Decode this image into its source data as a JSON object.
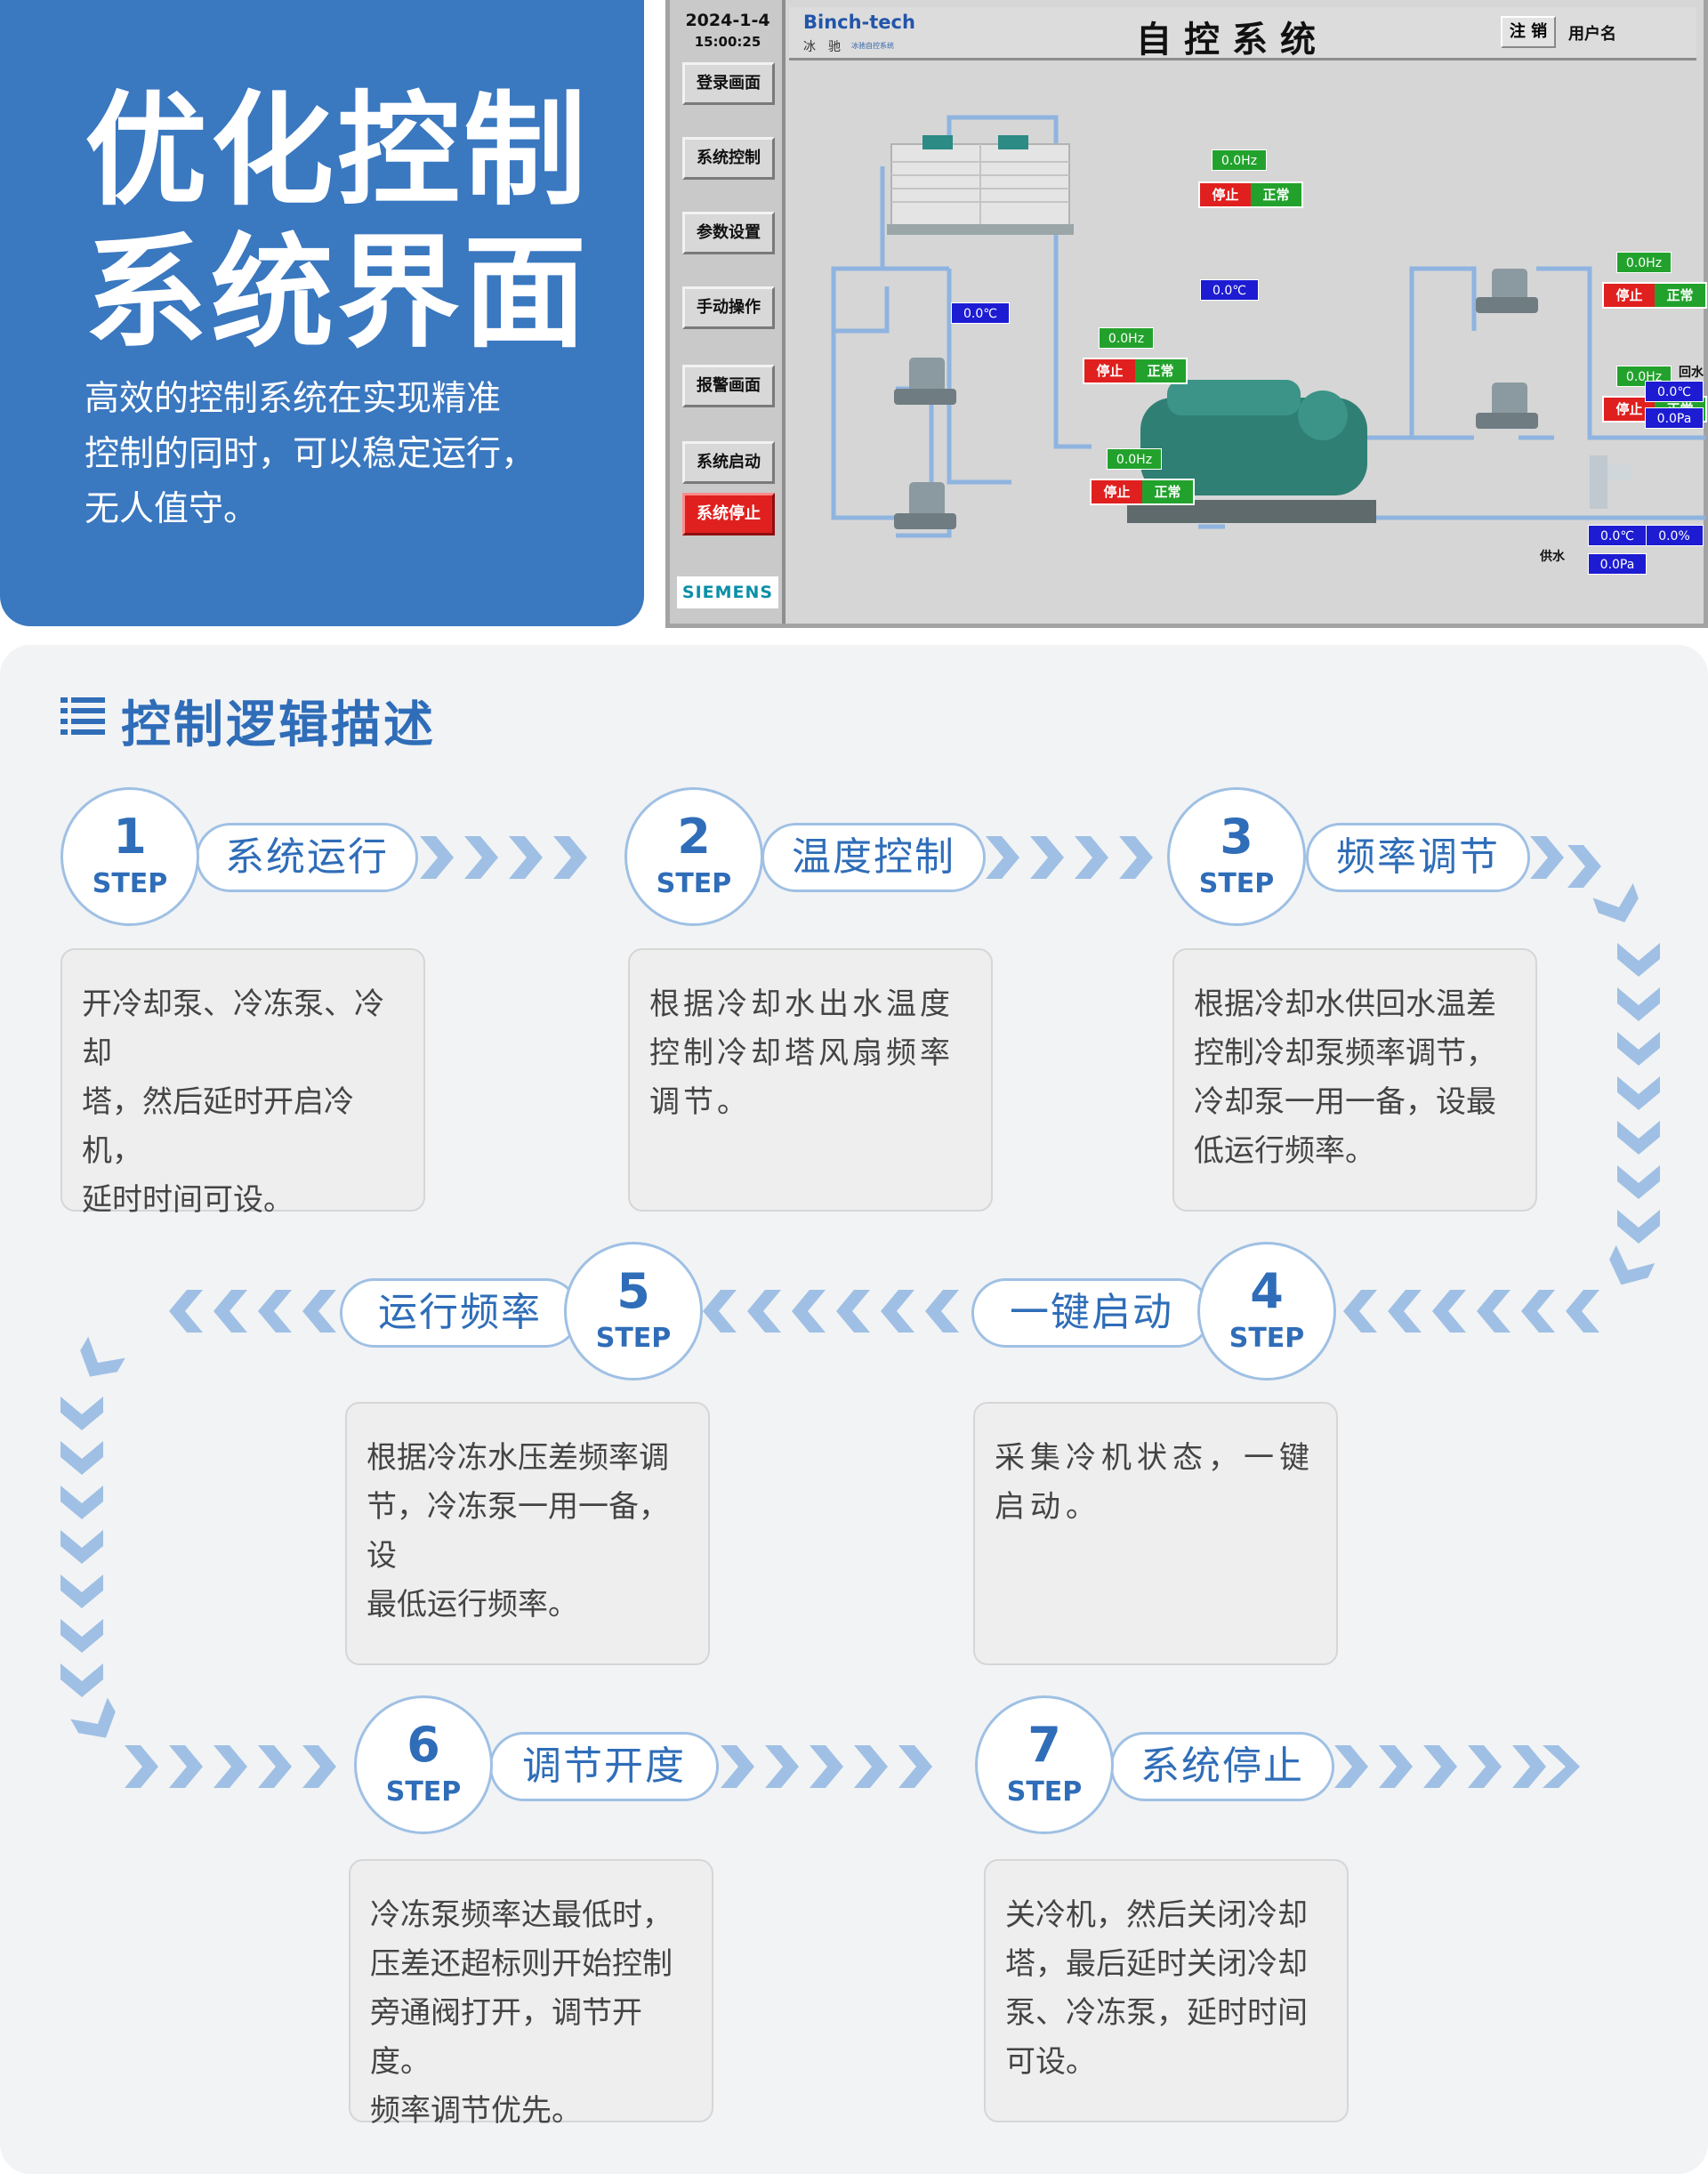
{
  "hero": {
    "title_line1": "优化控制",
    "title_line2": "系统界面",
    "desc_line1": "高效的控制系统在实现精准",
    "desc_line2": "控制的同时，可以稳定运行，",
    "desc_line3": "无人值守。"
  },
  "hmi": {
    "date": "2024-1-4",
    "time": "15:00:25",
    "brand": "Binch-tech",
    "brand_sub": "冰　驰",
    "brand_tiny": "冰驰自控系统",
    "title": "自控系统",
    "logout": "注 销",
    "username": "用户名",
    "siemens": "SIEMENS",
    "side_buttons": [
      "登录画面",
      "系统控制",
      "参数设置",
      "手动操作",
      "报警画面",
      "系统启动",
      "系统停止"
    ],
    "status_stop": "停止",
    "status_normal": "正常",
    "hz_value": "0.0Hz",
    "temp_value": "0.0℃",
    "pressure_value": "0.0Pa",
    "percent_value": "0.0%",
    "return_label": "回水",
    "supply_label": "供水"
  },
  "section": {
    "title": "控制逻辑描述"
  },
  "steps": {
    "step_word": "STEP",
    "s1": {
      "num": "1",
      "label": "系统运行",
      "desc_line1": "开冷却泵、冷冻泵、冷却",
      "desc_line2": "塔，然后延时开启冷机，",
      "desc_line3": "延时时间可设。"
    },
    "s2": {
      "num": "2",
      "label": "温度控制",
      "desc_line1": "根据冷却水出水温度",
      "desc_line2": "控制冷却塔风扇频率",
      "desc_line3": "调节。"
    },
    "s3": {
      "num": "3",
      "label": "频率调节",
      "desc_line1": "根据冷却水供回水温差",
      "desc_line2": "控制冷却泵频率调节，",
      "desc_line3": "冷却泵一用一备，设最",
      "desc_line4": "低运行频率。"
    },
    "s4": {
      "num": "4",
      "label": "一键启动",
      "desc_line1": "采集冷机状态，一键",
      "desc_line2": "启动。"
    },
    "s5": {
      "num": "5",
      "label": "运行频率",
      "desc_line1": "根据冷冻水压差频率调",
      "desc_line2": "节，冷冻泵一用一备，设",
      "desc_line3": "最低运行频率。"
    },
    "s6": {
      "num": "6",
      "label": "调节开度",
      "desc_line1": "冷冻泵频率达最低时，",
      "desc_line2": "压差还超标则开始控制",
      "desc_line3": "旁通阀打开，调节开度。",
      "desc_line4": "频率调节优先。"
    },
    "s7": {
      "num": "7",
      "label": "系统停止",
      "desc_line1": "关冷机，然后关闭冷却",
      "desc_line2": "塔，最后延时关闭冷却",
      "desc_line3": "泵、冷冻泵，延时时间",
      "desc_line4": "可设。"
    }
  },
  "colors": {
    "hero_blue": "#3a78c0",
    "accent_blue": "#2f6db8",
    "track_blue": "#9fc0e4",
    "hmi_stop_red": "#e0201f",
    "hmi_ok_green": "#22a22c",
    "hmi_value_blue": "#1d1cd2"
  }
}
